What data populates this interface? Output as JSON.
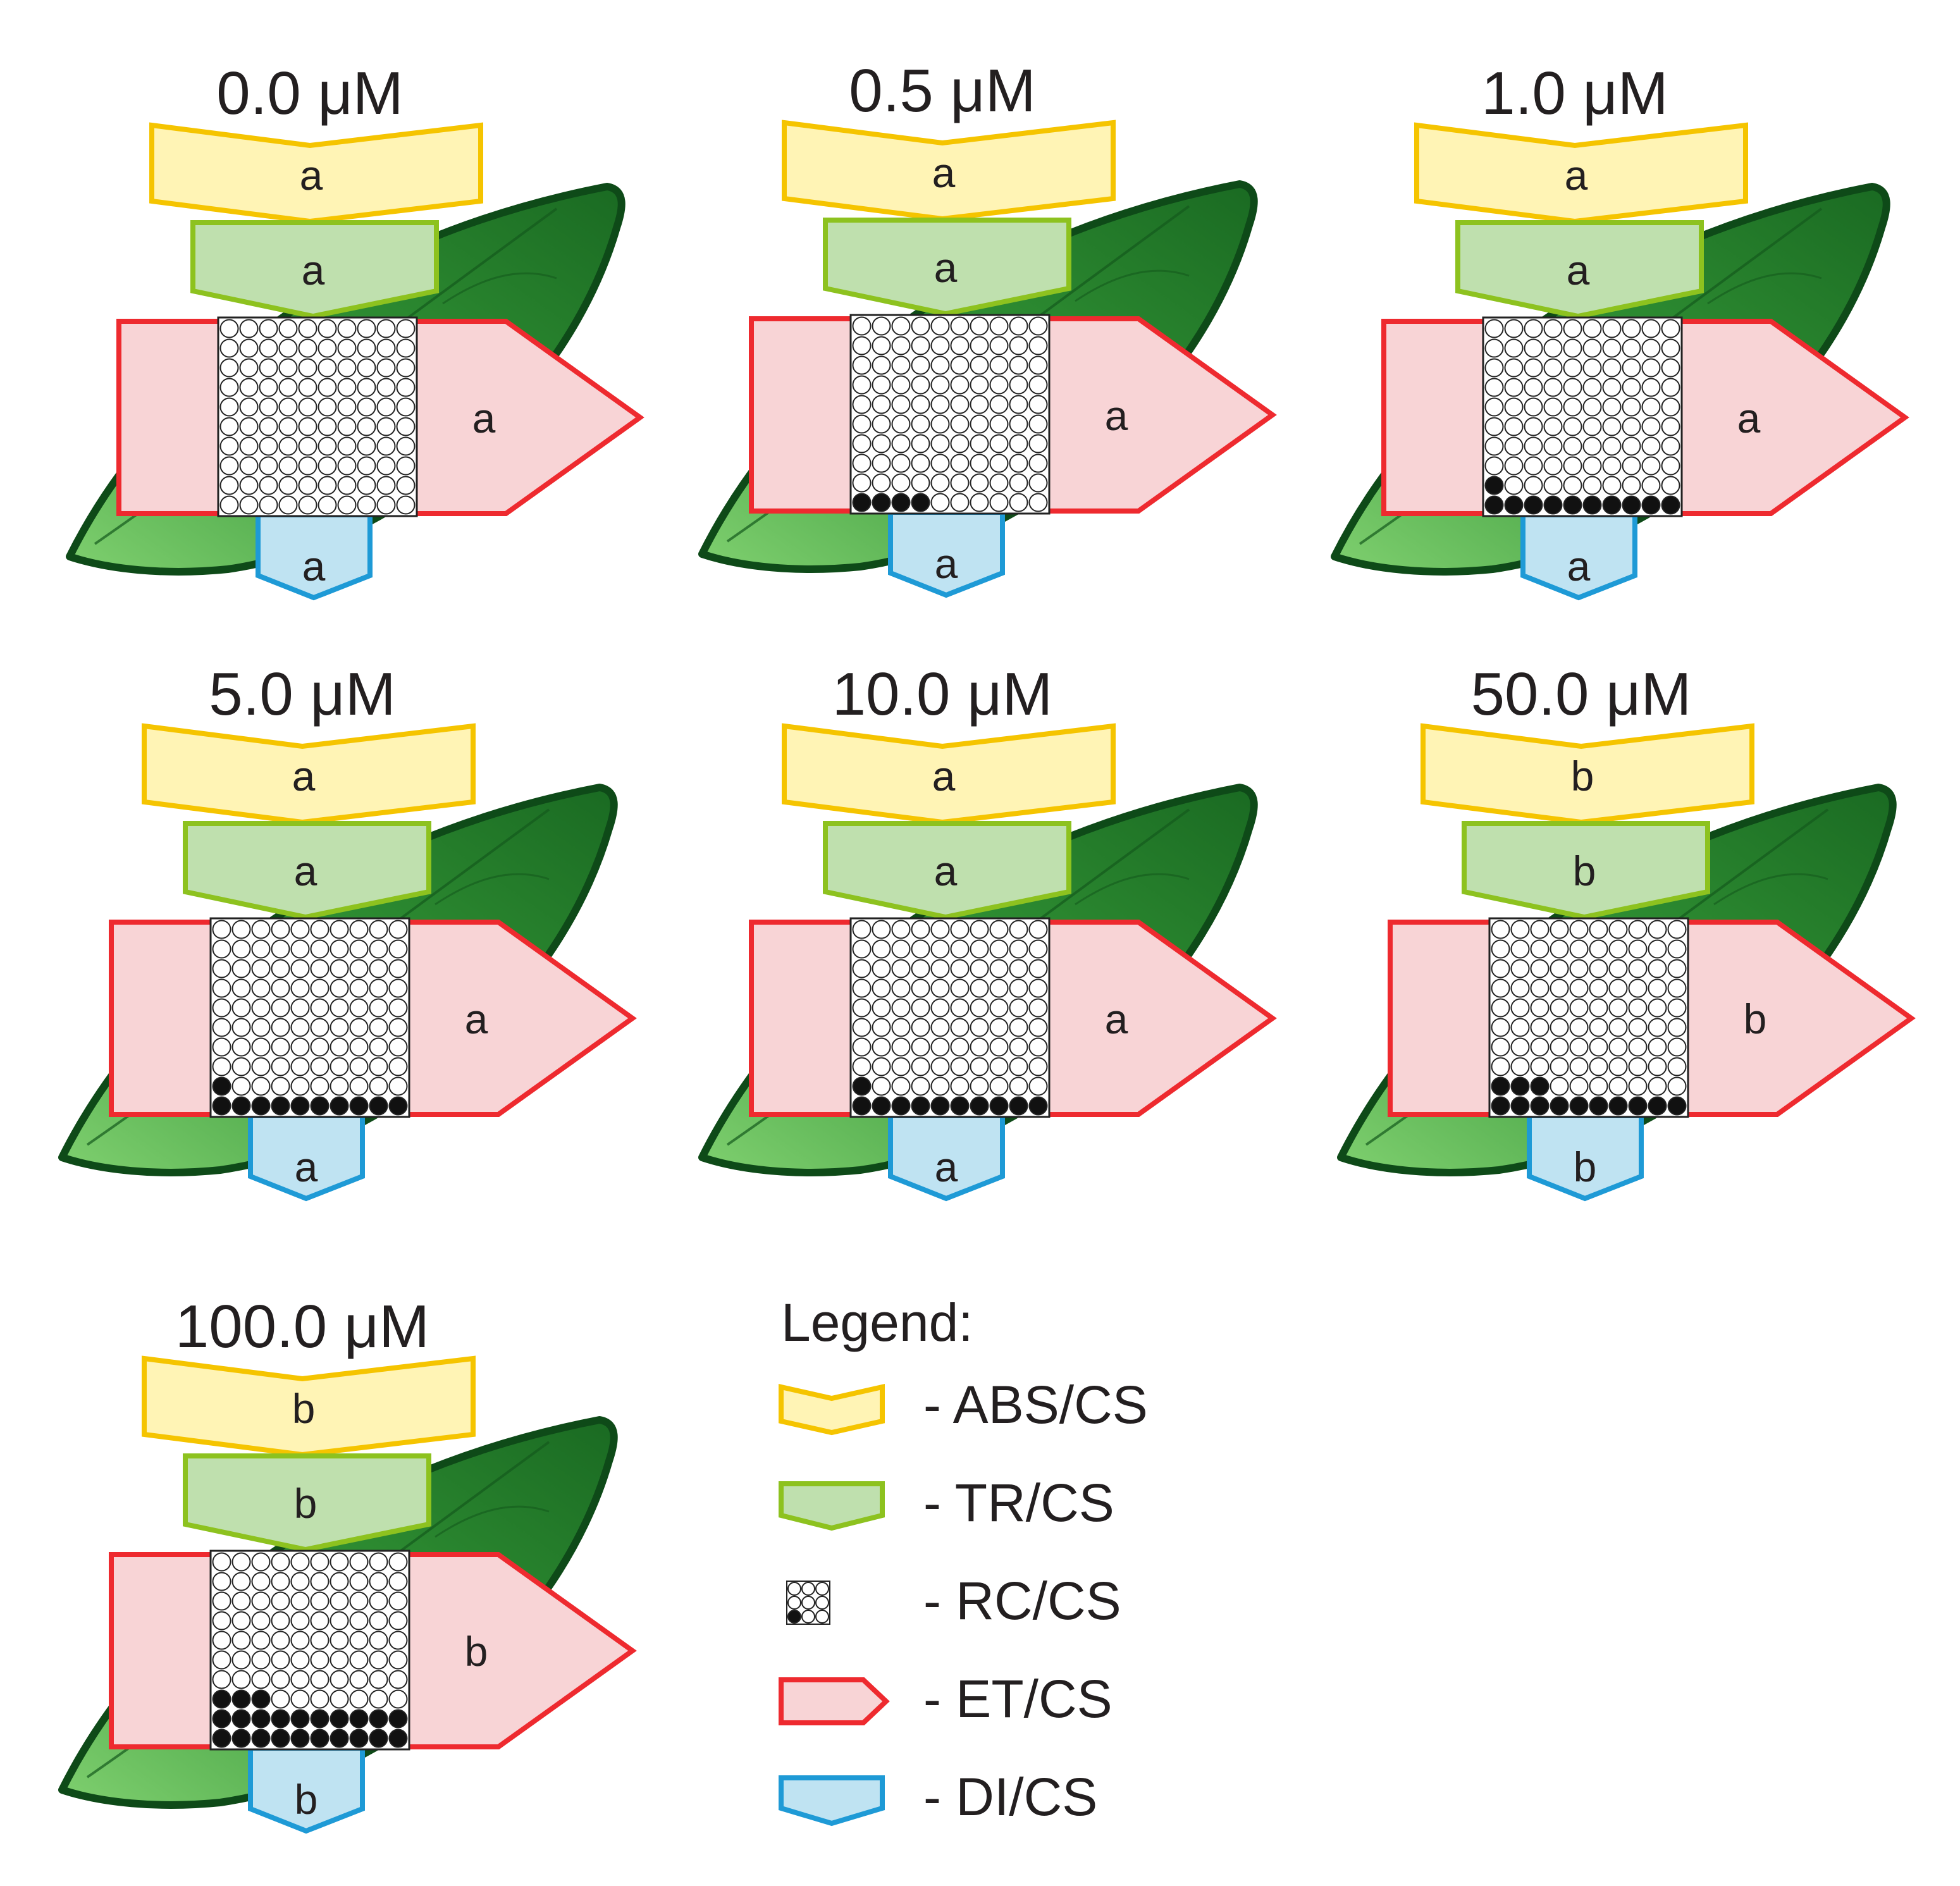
{
  "colors": {
    "abs_fill": "#fff4b5",
    "abs_stroke": "#f5c400",
    "tr_fill": "#bfe0ae",
    "tr_stroke": "#8dc21f",
    "et_fill": "#f8d4d6",
    "et_stroke": "#ee2a2f",
    "di_fill": "#bfe3f2",
    "di_stroke": "#1e9ad6",
    "leaf_dark": "#1b6b25",
    "leaf_light": "#6cc265",
    "leaf_stroke": "#0e4a18",
    "rc_open": "#ffffff",
    "rc_closed": "#111111"
  },
  "icons": {
    "leaf": "leaf-icon",
    "abs": "abs-chevron-icon",
    "tr": "tr-pentagon-icon",
    "rc": "rc-circle-grid-icon",
    "et": "et-arrow-icon",
    "di": "di-pentagon-icon"
  },
  "panels": [
    {
      "concentration": "0.0 μM",
      "abs": "a",
      "tr": "a",
      "et": "a",
      "di": "a",
      "closed_rc": []
    },
    {
      "concentration": "0.5 μM",
      "abs": "a",
      "tr": "a",
      "et": "a",
      "di": "a",
      "closed_rc": [
        4
      ]
    },
    {
      "concentration": "1.0 μM",
      "abs": "a",
      "tr": "a",
      "et": "a",
      "di": "a",
      "closed_rc": [
        10,
        1
      ]
    },
    {
      "concentration": "5.0 μM",
      "abs": "a",
      "tr": "a",
      "et": "a",
      "di": "a",
      "closed_rc": [
        10,
        1
      ]
    },
    {
      "concentration": "10.0 μM",
      "abs": "a",
      "tr": "a",
      "et": "a",
      "di": "a",
      "closed_rc": [
        10,
        1
      ]
    },
    {
      "concentration": "50.0 μM",
      "abs": "b",
      "tr": "b",
      "et": "b",
      "di": "b",
      "closed_rc": [
        10,
        3
      ]
    },
    {
      "concentration": "100.0 μM",
      "abs": "b",
      "tr": "b",
      "et": "b",
      "di": "b",
      "closed_rc": [
        10,
        10,
        3
      ]
    }
  ],
  "legend": {
    "title": "Legend:",
    "items": [
      {
        "key": "abs",
        "label": "- ABS/CS"
      },
      {
        "key": "tr",
        "label": "- TR/CS"
      },
      {
        "key": "rc",
        "label": "- RC/CS"
      },
      {
        "key": "et",
        "label": "- ET/CS"
      },
      {
        "key": "di",
        "label": "- DI/CS"
      }
    ]
  }
}
